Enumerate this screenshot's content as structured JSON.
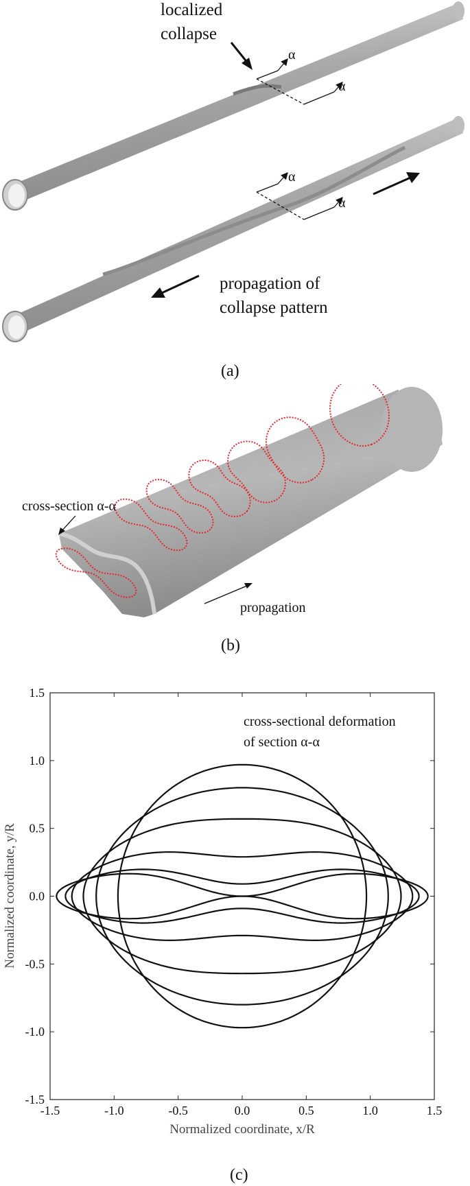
{
  "panel_a": {
    "label_localized_line1": "localized",
    "label_localized_line2": "collapse",
    "alpha": "α",
    "label_prop_line1": "propagation of",
    "label_prop_line2": "collapse pattern",
    "caption": "(a)"
  },
  "panel_b": {
    "label_cross_section": "cross-section α-α",
    "label_propagation": "propagation",
    "caption": "(b)",
    "section_color": "#e8232a"
  },
  "panel_c": {
    "caption": "(c)",
    "annotation_line1": "cross-sectional deformation",
    "annotation_line2": "of section α-α"
  },
  "chart_data": {
    "type": "line",
    "title": "",
    "xlabel": "Normalized coordinate, x/R",
    "ylabel": "Normalized coordinate, y/R",
    "xlim": [
      -1.5,
      1.5
    ],
    "ylim": [
      -1.5,
      1.5
    ],
    "xticks": [
      "-1.5",
      "-1.0",
      "-0.5",
      "0.0",
      "0.5",
      "1.0",
      "1.5"
    ],
    "yticks": [
      "-1.5",
      "-1.0",
      "-0.5",
      "0.0",
      "0.5",
      "1.0",
      "1.5"
    ],
    "grid": false,
    "series": [
      {
        "half_width": 0.97,
        "top_at_edge": 0.97,
        "top_at_center": 0.97
      },
      {
        "half_width": 1.14,
        "top_at_edge": 0.8,
        "top_at_center": 0.8
      },
      {
        "half_width": 1.24,
        "top_at_edge": 0.6,
        "top_at_center": 0.57
      },
      {
        "half_width": 1.33,
        "top_at_edge": 0.4,
        "top_at_center": 0.29
      },
      {
        "half_width": 1.38,
        "top_at_edge": 0.27,
        "top_at_center": 0.09
      },
      {
        "half_width": 1.45,
        "top_at_edge": 0.24,
        "top_at_center": 0.0
      }
    ]
  }
}
